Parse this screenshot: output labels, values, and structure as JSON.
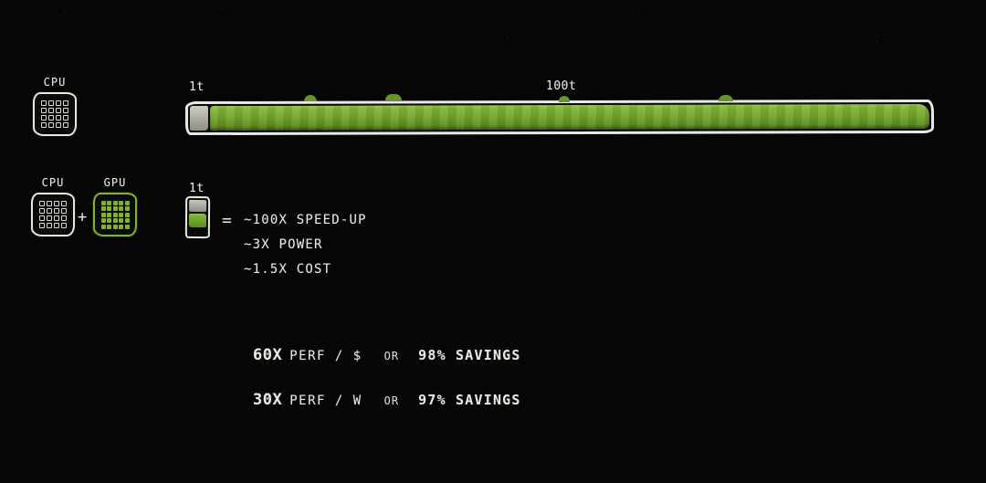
{
  "colors": {
    "background": "#060606",
    "ink": "#e8e8e1",
    "green": "#76a92e",
    "green_bright": "#85ba39",
    "green_dark": "#4f7d19",
    "gray_segment": "#b3b3ab"
  },
  "cpu_row": {
    "chip_label": "CPU",
    "bar_start_label": "1t",
    "bar_scale_label": "100t"
  },
  "gpu_row": {
    "cpu_chip_label": "CPU",
    "plus_sign": "+",
    "gpu_chip_label": "GPU",
    "bar_label": "1t",
    "equals_sign": "=",
    "stats": [
      "~100X SPEED-UP",
      "~3X POWER",
      "~1.5X COST"
    ]
  },
  "summary": {
    "rows": [
      {
        "multiplier": "60X",
        "metric": "PERF / $",
        "conjunction": "OR",
        "savings": "98% SAVINGS"
      },
      {
        "multiplier": "30X",
        "metric": "PERF / W",
        "conjunction": "OR",
        "savings": "97% SAVINGS"
      }
    ]
  },
  "chart_data": {
    "type": "bar",
    "categories": [
      "CPU",
      "CPU + GPU"
    ],
    "values": [
      100,
      1
    ],
    "unit": "t",
    "annotations": [
      "~100X SPEED-UP",
      "~3X POWER",
      "~1.5X COST",
      "60X PERF / $ OR 98% SAVINGS",
      "30X PERF / W OR 97% SAVINGS"
    ]
  }
}
